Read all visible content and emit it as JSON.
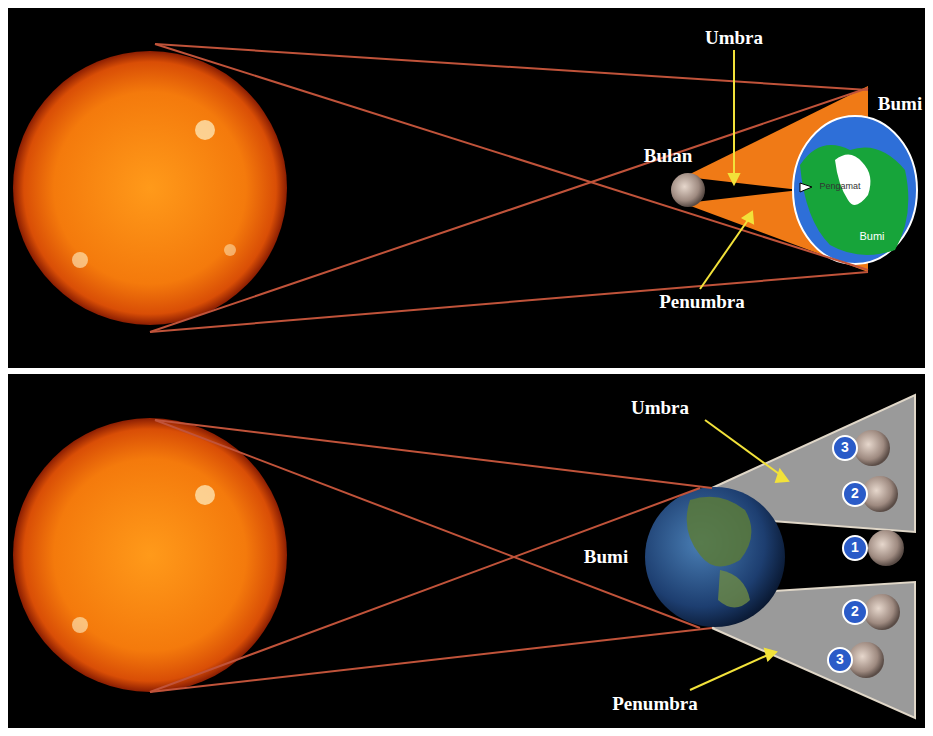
{
  "diagram": {
    "labels": [
      "Umbra",
      "Bulan",
      "Bumi",
      "Pengamat",
      "Bumi",
      "Penumbra",
      "Umbra",
      "Bumi",
      "3",
      "2",
      "1",
      "2",
      "3",
      "Penumbra"
    ]
  }
}
